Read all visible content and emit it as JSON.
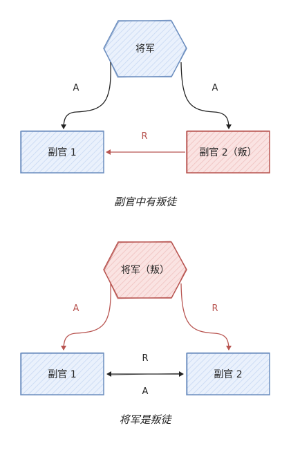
{
  "colors": {
    "blue_stroke": "#6c8ebf",
    "blue_fill": "#dae8fc",
    "red_stroke": "#b85450",
    "red_fill": "#f8cecc",
    "black": "#222222"
  },
  "top": {
    "general": "将军",
    "officer1": "副官 1",
    "officer2": "副官 2（叛）",
    "edge_left": "A",
    "edge_right": "A",
    "edge_middle": "R",
    "caption": "副官中有叛徒"
  },
  "bottom": {
    "general": "将军（叛）",
    "officer1": "副官 1",
    "officer2": "副官 2",
    "edge_left": "A",
    "edge_right": "R",
    "edge_middle_top": "R",
    "edge_middle_bottom": "A",
    "caption": "将军是叛徒"
  }
}
